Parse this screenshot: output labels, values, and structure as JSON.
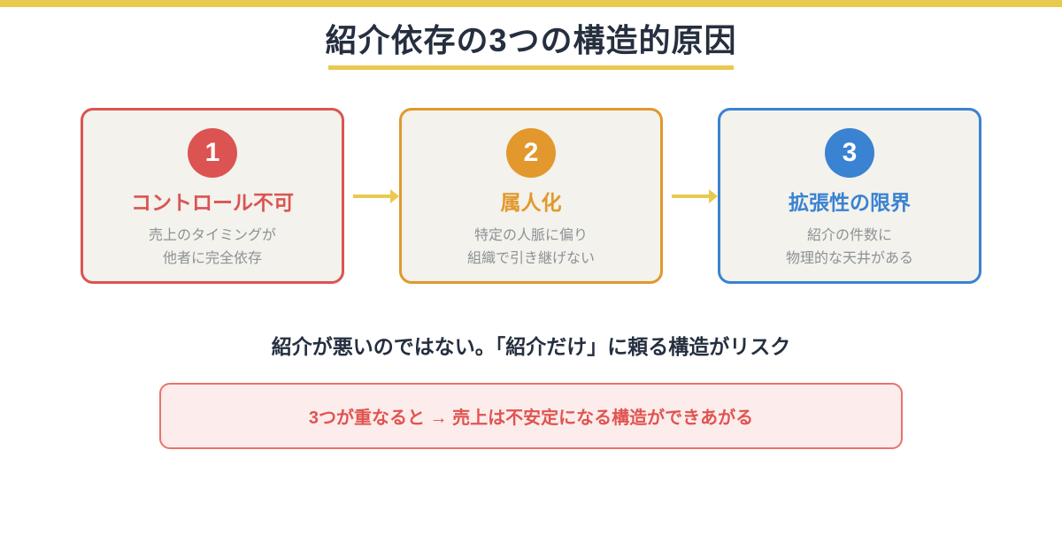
{
  "header": {
    "title": "紹介依存の3つの構造的原因",
    "title_color": "#252F3F",
    "accent_bar_color": "#E9C94E"
  },
  "cards": [
    {
      "number": "1",
      "title": "コントロール不可",
      "desc_line1": "売上のタイミングが",
      "desc_line2": "他者に完全依存",
      "accent_color": "#DB5452"
    },
    {
      "number": "2",
      "title": "属人化",
      "desc_line1": "特定の人脈に偏り",
      "desc_line2": "組織で引き継げない",
      "accent_color": "#E2982C"
    },
    {
      "number": "3",
      "title": "拡張性の限界",
      "desc_line1": "紹介の件数に",
      "desc_line2": "物理的な天井がある",
      "accent_color": "#3A82D2"
    }
  ],
  "flow": {
    "arrow_icon": "arrow-right",
    "arrow_color": "#E9C94E"
  },
  "statement": "紹介が悪いのではない。「紹介だけ」に頼る構造がリスク",
  "conclusion": {
    "text": "3つが重なると → 売上は不安定になる構造ができあがる",
    "text_color": "#DF5450",
    "border_color": "#E8736C",
    "background_color": "#FCECEB"
  }
}
